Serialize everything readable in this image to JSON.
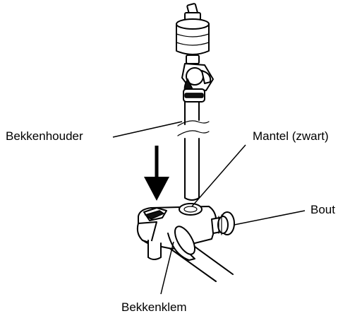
{
  "labels": {
    "holder": "Bekkenhouder",
    "sleeve": "Mantel (zwart)",
    "bolt": "Bout",
    "clamp": "Bekkenklem"
  }
}
